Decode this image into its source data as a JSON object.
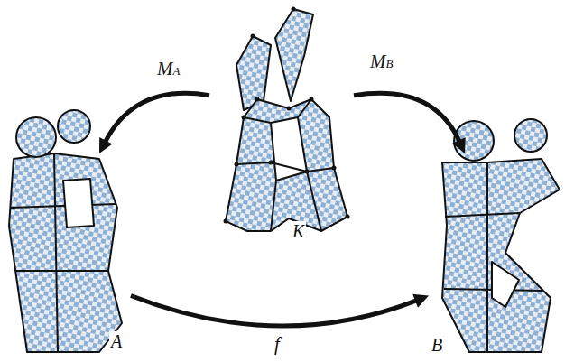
{
  "diagram": {
    "nodes": [
      {
        "text": [
          "K"
        ]
      },
      {
        "text": [
          "A"
        ]
      },
      {
        "text": [
          "B"
        ]
      }
    ],
    "edges": [
      {
        "from": 0,
        "to": 1,
        "label": "MA",
        "arrow": "to"
      },
      {
        "from": 0,
        "to": 2,
        "label": "MB",
        "arrow": "to"
      },
      {
        "from": 1,
        "to": 2,
        "label": "f",
        "arrow": "to"
      }
    ]
  }
}
